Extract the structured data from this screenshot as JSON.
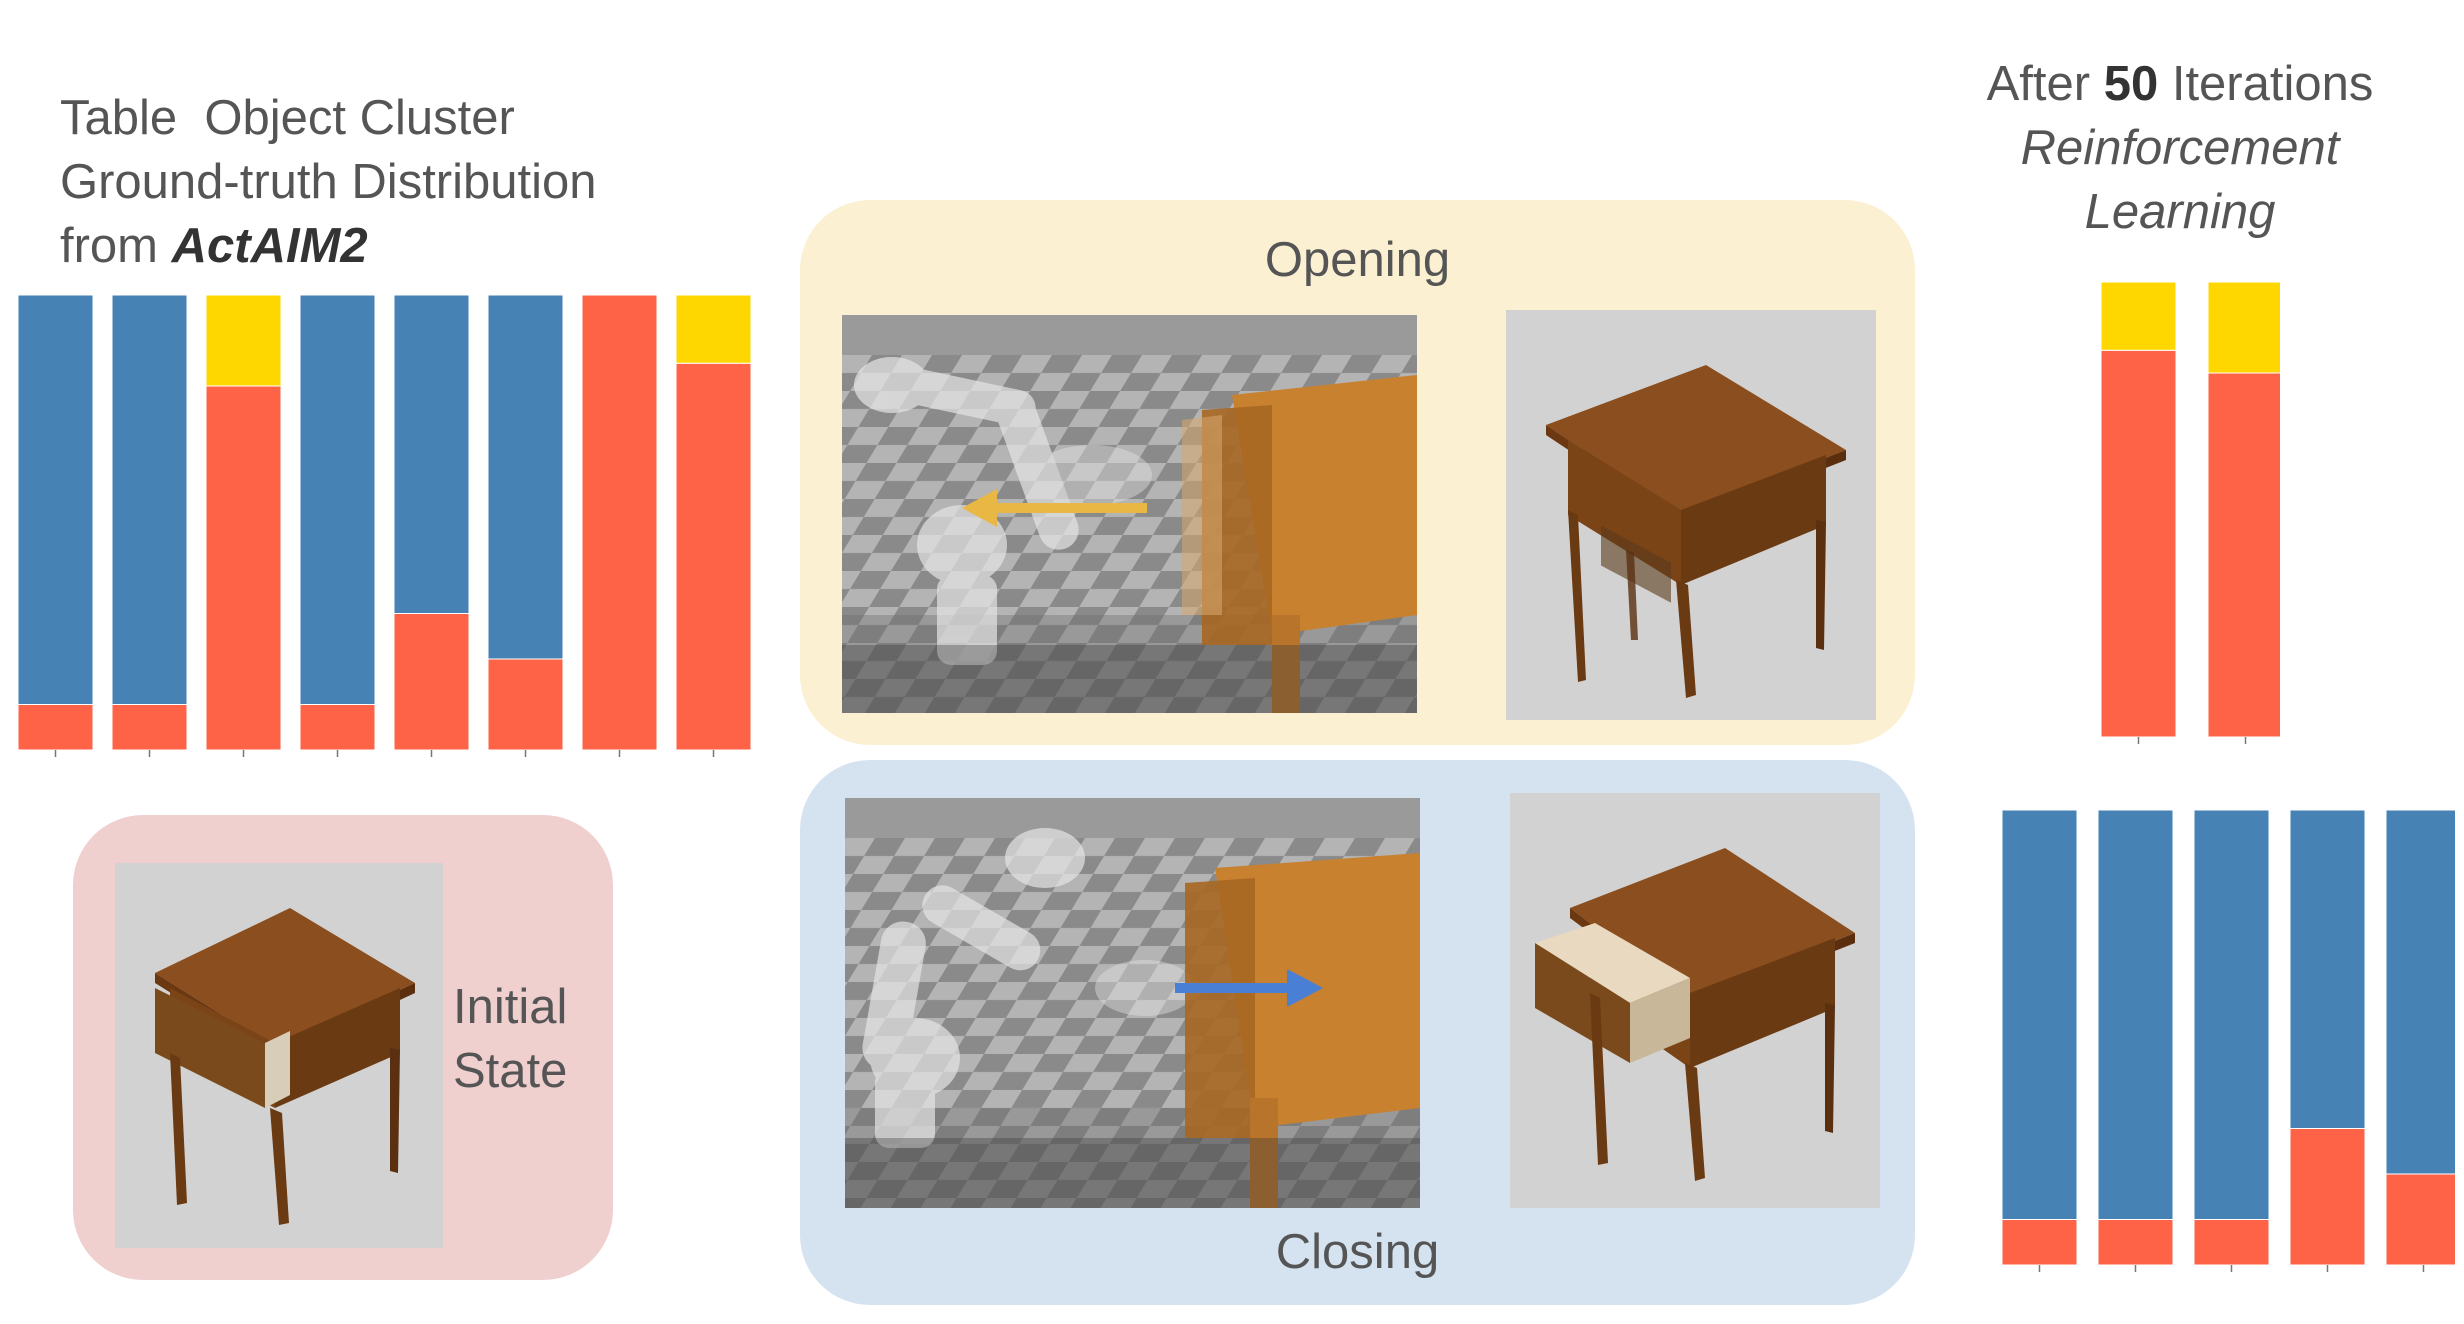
{
  "title_left": {
    "line1": "Table  Object Cluster",
    "line2": "Ground-truth Distribution",
    "line3_prefix": "from ",
    "line3_name": "ActAIM2"
  },
  "title_right": {
    "prefix": "After ",
    "number": "50",
    "suffix": " Iterations",
    "line2": "Reinforcement",
    "line3": "Learning"
  },
  "panels": {
    "opening_label": "Opening",
    "closing_label": "Closing",
    "initial_label_line1": "Initial",
    "initial_label_line2": "State"
  },
  "colors": {
    "blue": "#4682b4",
    "red": "#ff6347",
    "yellow": "#ffd700",
    "opening_bg": "#fbf0d2",
    "closing_bg": "#d5e3f1",
    "initial_bg": "#f0cfcf",
    "opening_arrow": "#e9b844",
    "closing_arrow": "#4a7fd6"
  },
  "chart_data": [
    {
      "type": "bar",
      "stacked": true,
      "normalized": true,
      "segment_order": [
        "red",
        "blue",
        "yellow"
      ],
      "series": [
        {
          "color": "#ff6347",
          "values": [
            0.1,
            0.1,
            0.8,
            0.1,
            0.3,
            0.2,
            1.0,
            0.85
          ]
        },
        {
          "color": "#4682b4",
          "values": [
            0.9,
            0.9,
            0.0,
            0.9,
            0.7,
            0.8,
            0.0,
            0.0
          ]
        },
        {
          "color": "#ffd700",
          "values": [
            0.0,
            0.0,
            0.2,
            0.0,
            0.0,
            0.0,
            0.0,
            0.15
          ]
        }
      ],
      "grid": false
    },
    {
      "type": "bar",
      "stacked": true,
      "normalized": true,
      "segment_order": [
        "red",
        "blue",
        "yellow"
      ],
      "series": [
        {
          "color": "#ff6347",
          "values": [
            0.85,
            0.8
          ]
        },
        {
          "color": "#4682b4",
          "values": [
            0.0,
            0.0
          ]
        },
        {
          "color": "#ffd700",
          "values": [
            0.15,
            0.2
          ]
        }
      ],
      "grid": false
    },
    {
      "type": "bar",
      "stacked": true,
      "normalized": true,
      "segment_order": [
        "red",
        "blue",
        "yellow"
      ],
      "series": [
        {
          "color": "#ff6347",
          "values": [
            0.1,
            0.1,
            0.1,
            0.3,
            0.2
          ]
        },
        {
          "color": "#4682b4",
          "values": [
            0.9,
            0.9,
            0.9,
            0.7,
            0.8
          ]
        },
        {
          "color": "#ffd700",
          "values": [
            0.0,
            0.0,
            0.0,
            0.0,
            0.0
          ]
        }
      ],
      "grid": false
    }
  ]
}
